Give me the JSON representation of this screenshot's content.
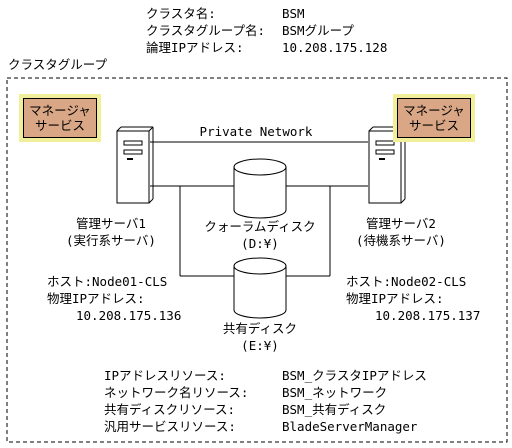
{
  "header": {
    "cluster_name_label": "クラスタ名:",
    "cluster_name_value": "BSM",
    "group_name_label": "クラスタグループ名:",
    "group_name_value": "BSMグループ",
    "logical_ip_label": "論理IPアドレス:",
    "logical_ip_value": "10.208.175.128",
    "cluster_group_label": "クラスタグループ"
  },
  "manager_service": {
    "line1": "マネージャ",
    "line2": "サービス"
  },
  "private_network_label": "Private Network",
  "server1": {
    "name": "管理サーバ1",
    "role": "(実行系サーバ)",
    "host": "ホスト:Node01-CLS",
    "ip_label": "物理IPアドレス:",
    "ip": "10.208.175.136"
  },
  "server2": {
    "name": "管理サーバ2",
    "role": "(待機系サーバ)",
    "host": "ホスト:Node02-CLS",
    "ip_label": "物理IPアドレス:",
    "ip": "10.208.175.137"
  },
  "quorum_disk": {
    "name": "クォーラムディスク",
    "drive": "(D:¥)"
  },
  "shared_disk": {
    "name": "共有ディスク",
    "drive": "(E:¥)"
  },
  "resources": [
    {
      "label": "IPアドレスリソース:",
      "value": "BSM_クラスタIPアドレス"
    },
    {
      "label": "ネットワーク名リソース:",
      "value": "BSM_ネットワーク"
    },
    {
      "label": "共有ディスクリソース:",
      "value": "BSM_共有ディスク"
    },
    {
      "label": "汎用サービスリソース:",
      "value": "BladeServerManager"
    }
  ]
}
